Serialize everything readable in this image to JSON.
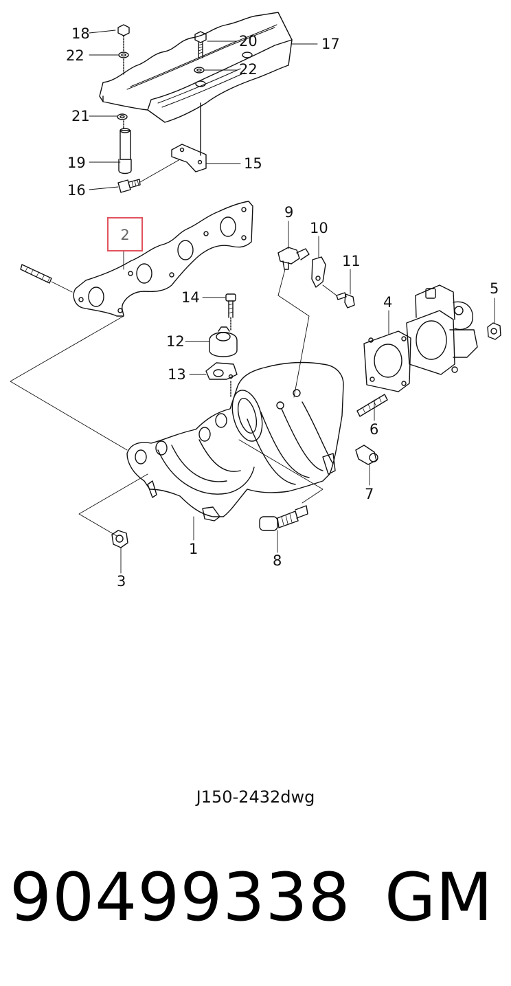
{
  "diagram": {
    "callouts": {
      "c1": "1",
      "c2": "2",
      "c3": "3",
      "c4": "4",
      "c5": "5",
      "c6": "6",
      "c7": "7",
      "c8": "8",
      "c9": "9",
      "c10": "10",
      "c11": "11",
      "c12": "12",
      "c13": "13",
      "c14": "14",
      "c15": "15",
      "c16": "16",
      "c17": "17",
      "c18": "18",
      "c19": "19",
      "c20": "20",
      "c21": "21",
      "c22a": "22",
      "c22b": "22"
    },
    "highlighted_callout": "2",
    "highlight_color": "#e0525c"
  },
  "drawing_id": "J150-2432dwg",
  "part_number": "90499338",
  "brand": "GM"
}
